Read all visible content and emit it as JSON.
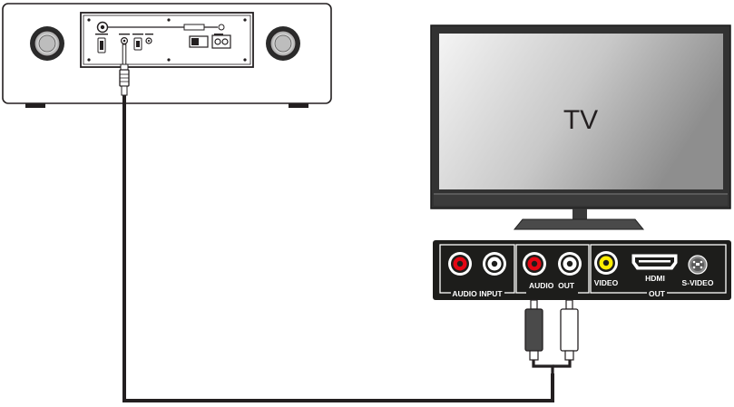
{
  "tv": {
    "label": "TV"
  },
  "panel": {
    "audio_input": "AUDIO INPUT",
    "audio_out": "AUDIO  OUT",
    "video": "VIDEO",
    "hdmi": "HDMI",
    "out": "OUT",
    "s_video": "S-VIDEO"
  },
  "colors": {
    "outline": "#231f20",
    "panel_bg": "#1d1d1b",
    "rca_red": "#e30613",
    "rca_white": "#ffffff",
    "rca_yellow": "#ffed00",
    "screen_light": "#ececec",
    "screen_dark": "#9a9a9a"
  }
}
